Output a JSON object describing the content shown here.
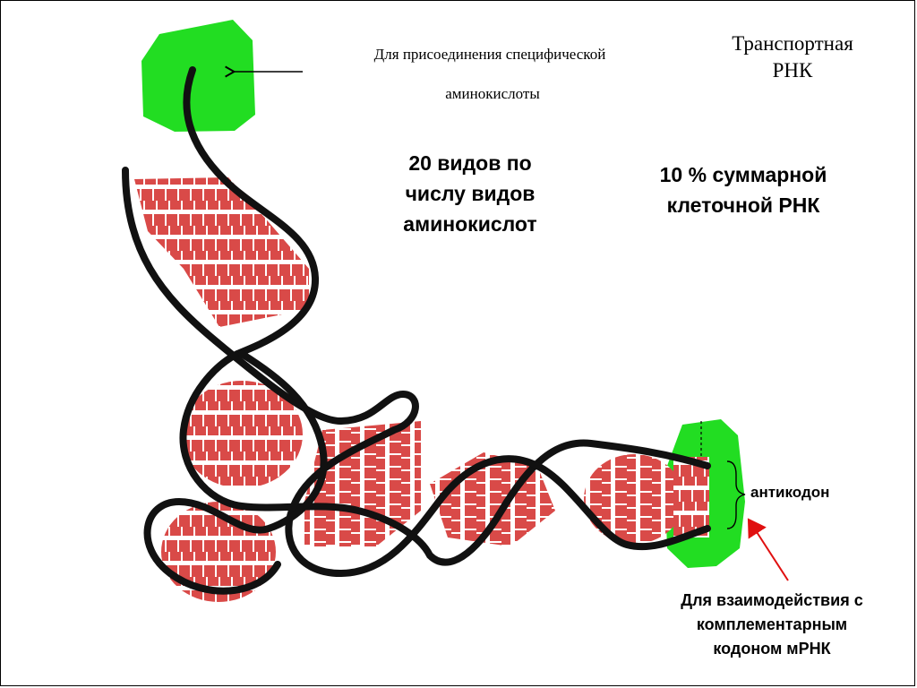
{
  "title": {
    "line1": "Транспортная",
    "line2": "РНК"
  },
  "labels": {
    "attach_line1": "Для присоединения специфической",
    "attach_line2": "аминокислоты",
    "kinds_line1": "20 видов по",
    "kinds_line2": "числу видов",
    "kinds_line3": "аминокислот",
    "share_line1": "10 % суммарной",
    "share_line2": "клеточной РНК",
    "anticodon": "антикодон",
    "interaction_line1": "Для взаимодействия с",
    "interaction_line2": "комплементарным",
    "interaction_line3": "кодоном мРНК"
  },
  "colors": {
    "site_green": "#22dd22",
    "base_pair_red": "#d94a48",
    "strand_black": "#111111",
    "arrow_red": "#e01010",
    "arrow_black": "#000000"
  }
}
